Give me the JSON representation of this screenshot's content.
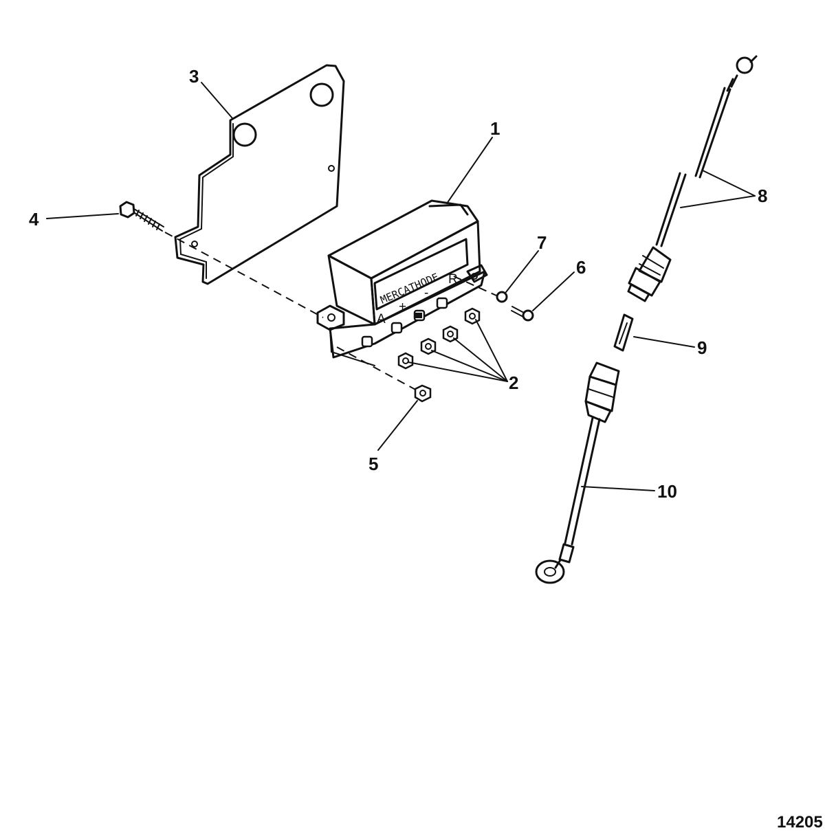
{
  "callouts": {
    "c1": "1",
    "c2": "2",
    "c3": "3",
    "c4": "4",
    "c5": "5",
    "c6": "6",
    "c7": "7",
    "c8": "8",
    "c9": "9",
    "c10": "10"
  },
  "unit_label": "MERCATHODE",
  "terminals": {
    "a": "A",
    "plus": "+",
    "minus": "-",
    "r": "R"
  },
  "figure_number": "14205"
}
